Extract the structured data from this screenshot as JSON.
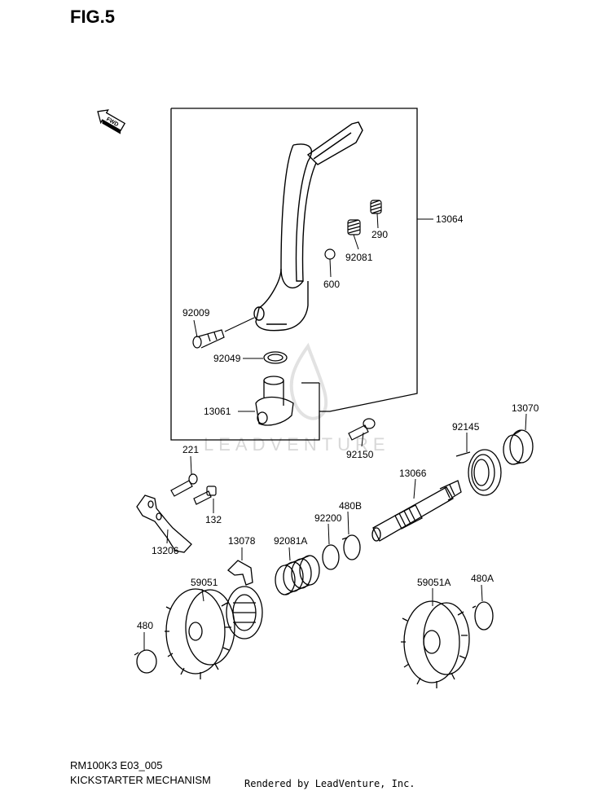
{
  "figure": {
    "title": "FIG.5",
    "code": "RM100K3 E03_005",
    "name": "KICKSTARTER MECHANISM"
  },
  "footer": {
    "rendered_by": "Rendered by LeadVenture, Inc."
  },
  "watermark": "LEADVENTURE",
  "fwd_label": "FWD",
  "parts": {
    "p13064": "13064",
    "p290": "290",
    "p92081": "92081",
    "p600": "600",
    "p92009": "92009",
    "p92049": "92049",
    "p13061": "13061",
    "p92150": "92150",
    "p13070": "13070",
    "p92145": "92145",
    "p13066": "13066",
    "p221": "221",
    "p132": "132",
    "p480B": "480B",
    "p92200": "92200",
    "p13078": "13078",
    "p92081A": "92081A",
    "p13206": "13206",
    "p59051": "59051",
    "p59051A": "59051A",
    "p480A": "480A",
    "p480": "480"
  },
  "colors": {
    "line": "#000000",
    "watermark": "#d8d8d8"
  }
}
